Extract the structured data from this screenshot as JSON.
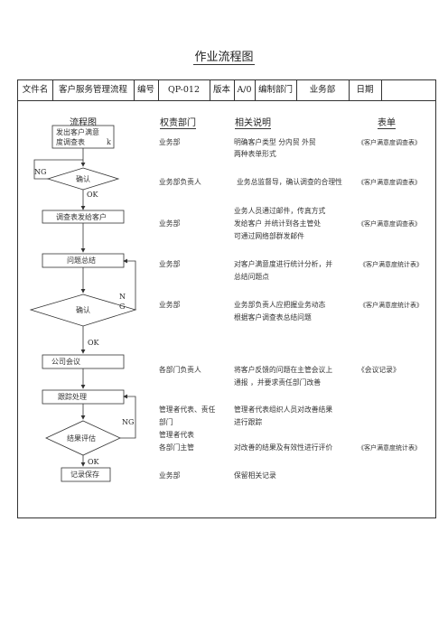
{
  "page_title": "作业流程图",
  "header": {
    "file_name_label": "文件名",
    "file_name_value": "客户服务管理流程",
    "code_label": "编号",
    "code_value": "QP-012",
    "version_label": "版本",
    "version_value": "A/0",
    "dept_label": "编制部门",
    "dept_value": "业务部",
    "date_label": "日期"
  },
  "columns": {
    "flow": "流程图",
    "dept": "权责部门",
    "desc": "相关说明",
    "form": "表单"
  },
  "flow": {
    "step1": [
      "发出客户满意",
      "度调查表"
    ],
    "step1_tail": "k",
    "diamond1": "确认",
    "ng1": "NG",
    "ok1": "OK",
    "step2": "调查表发给客户",
    "step3": "问题总结",
    "ng2": [
      "N",
      "G"
    ],
    "diamond2": "确认",
    "ok2": "OK",
    "step4": "公司会议",
    "step5": "跟踪处理",
    "ng3": "NG",
    "diamond3": "结果评估",
    "ok3": "OK",
    "step6": "记录保存"
  },
  "rows": [
    {
      "dept": [
        "业务部"
      ],
      "desc": [
        "明确客户类型  分内贸  外贸",
        "两种表单形式"
      ],
      "form": "《客户满意度调查表》"
    },
    {
      "dept": [
        "业务部负责人"
      ],
      "desc": [
        "业务总监督导，确认调查的合理性"
      ],
      "form": "《客户满意度调查表》"
    },
    {
      "dept": [
        "业务部"
      ],
      "desc": [
        "业务人员通过邮件，传真方式",
        "发给客户  并统计到各主管处",
        "可通过网络部群发邮件"
      ],
      "form": "《客户满意度调查表》"
    },
    {
      "dept": [
        "业务部"
      ],
      "desc": [
        "对客户满意度进行统计分析，并",
        "总结问题点"
      ],
      "form": "《客户满意度统计表》"
    },
    {
      "dept": [
        "业务部"
      ],
      "desc": [
        "业务部负责人应把握业务动态",
        "根据客户调查表总结问题"
      ],
      "form": "《客户满意度统计表》"
    },
    {
      "dept": [
        "各部门负责人"
      ],
      "desc": [
        "将客户反馈的问题在主管会议上",
        "通报  ，并要求责任部门改善"
      ],
      "form": "《会议记录》"
    },
    {
      "dept": [
        "管理者代表、责任",
        "部门",
        "管理者代表"
      ],
      "desc": [
        "管理者代表组织人员对改善结果",
        "进行跟踪"
      ],
      "form": ""
    },
    {
      "dept": [
        "各部门主管"
      ],
      "desc": [
        "对改善的结果及有效性进行评价"
      ],
      "form": "《客户满意度统计表》"
    },
    {
      "dept": [
        "业务部"
      ],
      "desc": [
        "保留相关记录"
      ],
      "form": ""
    }
  ]
}
